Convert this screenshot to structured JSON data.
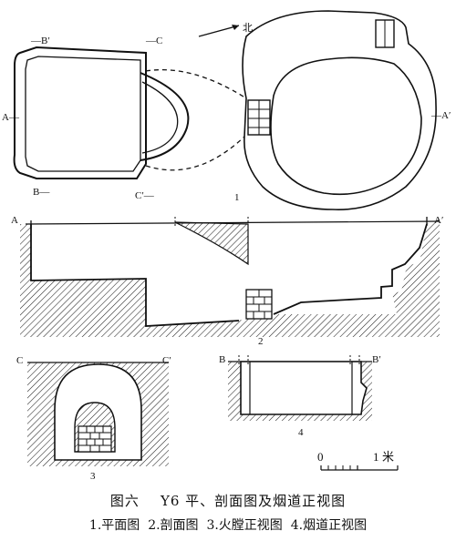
{
  "figure": {
    "title_prefix": "图六",
    "title": "Y6 平、剖面图及烟道正视图",
    "subcaptions": [
      "1.平面图",
      "2.剖面图",
      "3.火膛正视图",
      "4.烟道正视图"
    ],
    "north_label": "北",
    "panel_numbers": [
      "1",
      "2",
      "3",
      "4"
    ],
    "section_labels": {
      "A": "A",
      "A_prime": "A′",
      "B": "B",
      "B_prime": "B′",
      "C": "C",
      "C_prime": "C′",
      "C_dash": "—C",
      "C_prime_dash": "C′—",
      "B_prime_top": "—B′",
      "B_bottom": "B—",
      "A_dash": "A—",
      "A_prime_dash": "—A′"
    },
    "scale": {
      "zero": "0",
      "one": "1",
      "unit": "米"
    }
  }
}
